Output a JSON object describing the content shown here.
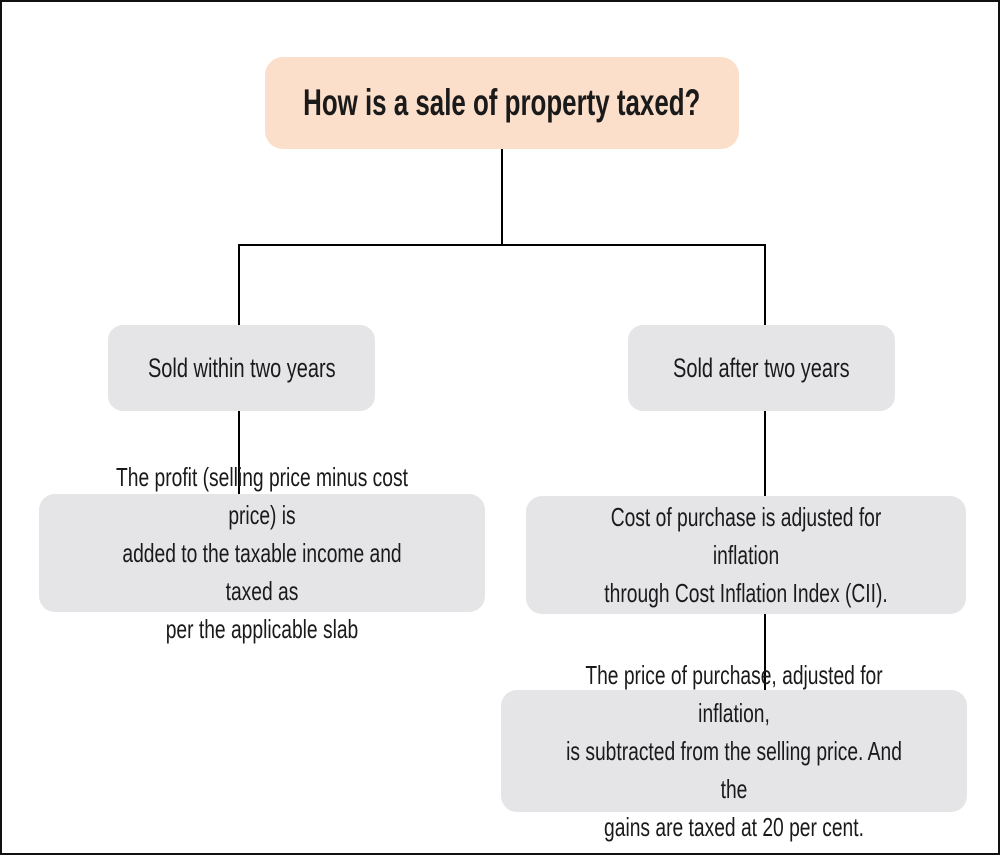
{
  "colors": {
    "page_bg": "#ffffff",
    "border": "#111111",
    "title_bg": "#fcdfca",
    "node_bg": "#e5e5e7",
    "line": "#000000",
    "text": "#1a1a1a"
  },
  "flow": {
    "title": "How is a sale of property taxed?",
    "branches": [
      {
        "label": "Sold within two years",
        "detail": "The profit (selling price minus cost price) is\nadded to the taxable income and taxed as\nper the applicable slab"
      },
      {
        "label": "Sold after two years",
        "detail": "Cost of purchase is adjusted for inflation\nthrough Cost Inflation Index (CII).",
        "detail2": "The price of purchase, adjusted for inflation,\nis subtracted from the selling price. And the\ngains are taxed at 20 per cent."
      }
    ]
  }
}
